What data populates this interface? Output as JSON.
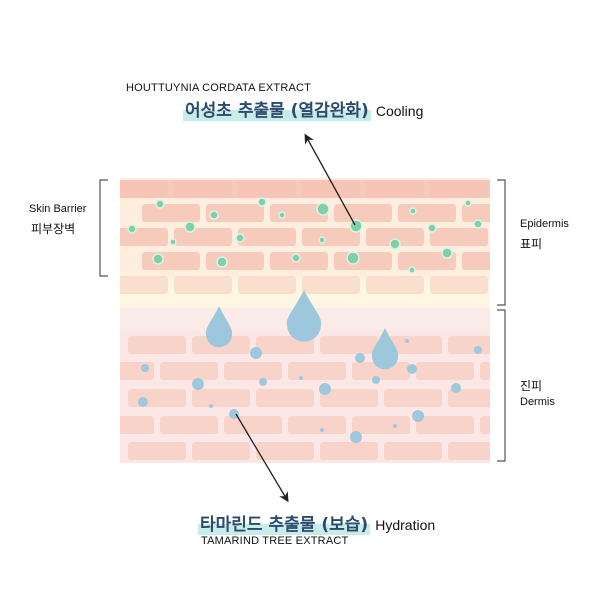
{
  "top": {
    "caption": "HOUTTUYNIA CORDATA EXTRACT",
    "title_kr": "어성초 추출물 (열감완화)",
    "title_en": "Cooling"
  },
  "bottom": {
    "title_kr": "타마린드 추출물 (보습)",
    "title_en": "Hydration",
    "caption": "TAMARIND TREE EXTRACT"
  },
  "left": {
    "label_en": "Skin Barrier",
    "label_kr": "피부장벽"
  },
  "right": {
    "epidermis_en": "Epidermis",
    "epidermis_kr": "표피",
    "dermis_kr": "진피",
    "dermis_en": "Dermis"
  },
  "colors": {
    "brick": "#f6c4b6",
    "epidermis_bg": "#fdeedf",
    "transition_bg": "#fdf6e3",
    "dermis_bg": "#fbe8e6",
    "mortar": "#fff8ee",
    "green_dot": "#7fd0a7",
    "blue_dot": "#9ec8dc",
    "drop": "#9cc7dc",
    "highlight": "#c8ecea",
    "title": "#2a4b6e"
  }
}
